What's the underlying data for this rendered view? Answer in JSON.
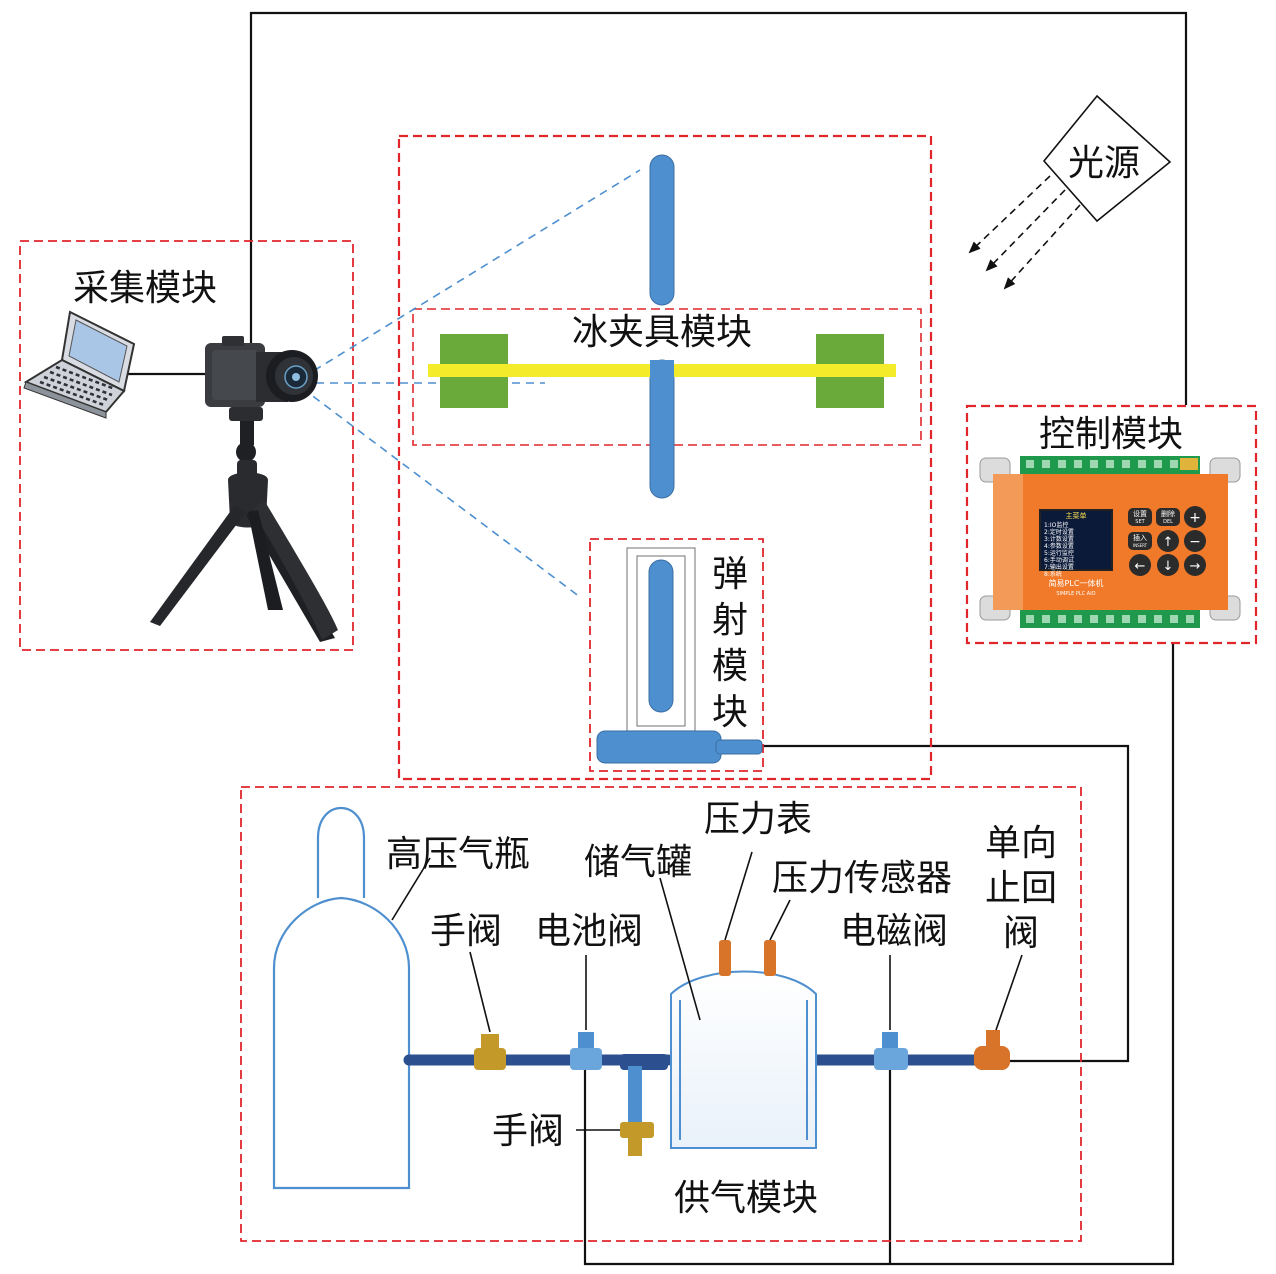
{
  "modules": {
    "acquisition": "采集模块",
    "ice_fixture": "冰夹具模块",
    "launch": [
      "弹",
      "射",
      "模",
      "块"
    ],
    "control": "控制模块",
    "gas_supply": "供气模块"
  },
  "light_source": "光源",
  "components": {
    "high_pressure_cylinder": "高压气瓶",
    "manual_valve_top": "手阀",
    "battery_valve": "电池阀",
    "gas_storage_tank": "储气罐",
    "pressure_gauge": "压力表",
    "pressure_sensor": "压力传感器",
    "solenoid_valve": "电磁阀",
    "check_valve": [
      "单向",
      "止回",
      "阀"
    ],
    "manual_valve_bottom": "手阀"
  },
  "plc_panel": {
    "screen_title": "主菜单",
    "screen_items": [
      "1:IO监控",
      "2:定时设置",
      "3:计数设置",
      "4:参数设置",
      "5:运行监控",
      "6:手动调试",
      "7:输出设置",
      "8:系统"
    ],
    "product_name": "简易PLC一体机",
    "product_name_en": "SIMPLE PLC AIO",
    "buttons": [
      {
        "label": "设置",
        "sub": "SET"
      },
      {
        "label": "删除",
        "sub": "DEL"
      },
      {
        "label": "+",
        "sub": ""
      },
      {
        "label": "插入",
        "sub": "INSERT"
      },
      {
        "label": "↑",
        "sub": ""
      },
      {
        "label": "−",
        "sub": ""
      },
      {
        "label": "←",
        "sub": ""
      },
      {
        "label": "↓",
        "sub": ""
      },
      {
        "label": "→",
        "sub": ""
      }
    ]
  },
  "colors": {
    "module_border": "#e0262b",
    "wire": "#111111",
    "specimen_blue": "#4e8fcf",
    "clamp_green": "#6aaa3a",
    "beam_yellow": "#f4ec2a",
    "pipe_navy": "#2c4f8f",
    "brass_valve": "#c39a2a",
    "orange_valve": "#d8742a",
    "plc_orange": "#f07a2a",
    "tank_outline": "#4e8fcf"
  }
}
